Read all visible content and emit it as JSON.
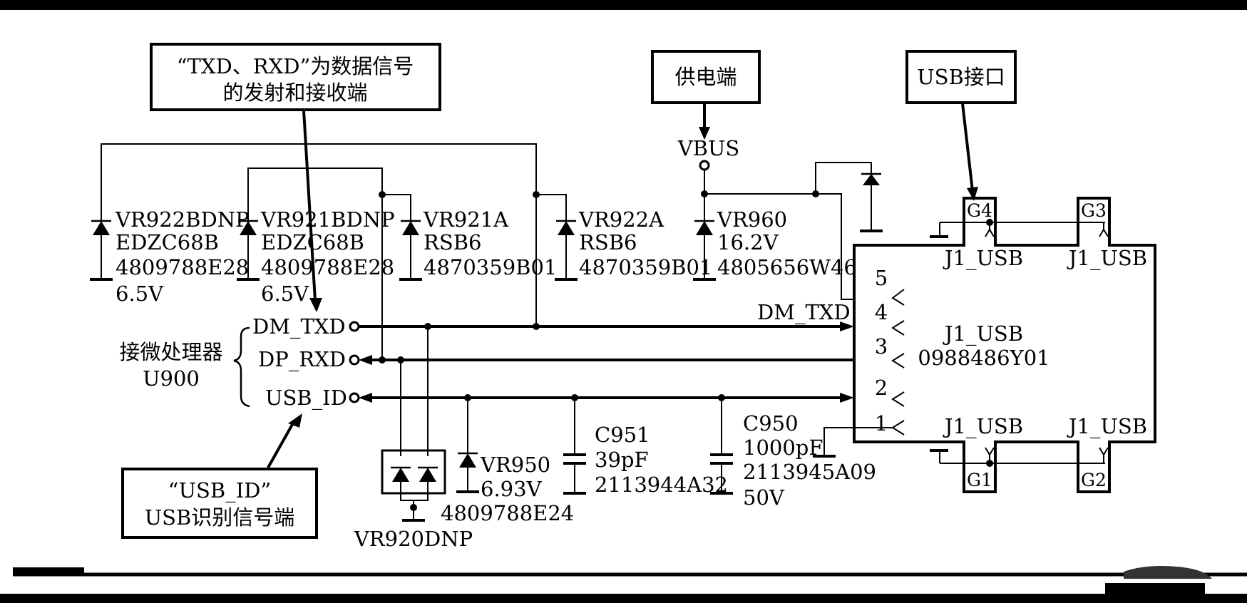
{
  "callouts": {
    "txd_rxd_line1": "“TXD、RXD”为数据信号",
    "txd_rxd_line2": "的发射和接收端",
    "power": "供电端",
    "usb_port": "USB接口",
    "usb_id_line1": "“USB_ID”",
    "usb_id_line2": "USB识别信号端"
  },
  "mcu": {
    "line1": "接微处理器",
    "line2": "U900"
  },
  "nets": {
    "dm_txd": "DM_TXD",
    "dp_rxd": "DP_RXD",
    "usb_id": "USB_ID",
    "vbus": "VBUS",
    "dm_txd_conn": "DM_TXD"
  },
  "components": {
    "vr922bdnp": [
      "VR922BDNP",
      "EDZC68B",
      "4809788E28",
      "6.5V"
    ],
    "vr921bdnp": [
      "VR921BDNP",
      "EDZC68B",
      "4809788E28",
      "6.5V"
    ],
    "vr921a": [
      "VR921A",
      "RSB6",
      "4870359B01"
    ],
    "vr922a": [
      "VR922A",
      "RSB6",
      "4870359B01"
    ],
    "vr960": [
      "VR960",
      "16.2V",
      "4805656W46"
    ],
    "vr950": [
      "VR950",
      "6.93V",
      "4809788E24"
    ],
    "vr920": "VR920DNP",
    "c951": [
      "C951",
      "39pF",
      "2113944A32"
    ],
    "c950": [
      "C950",
      "1000pF",
      "2113945A09",
      "50V"
    ]
  },
  "connector": {
    "name": "J1_USB",
    "part": "0988486Y01",
    "pins": [
      "5",
      "4",
      "3",
      "2",
      "1"
    ],
    "shield_pins": [
      "G4",
      "G3",
      "G1",
      "G2"
    ],
    "shield_label": "J1_USB"
  }
}
